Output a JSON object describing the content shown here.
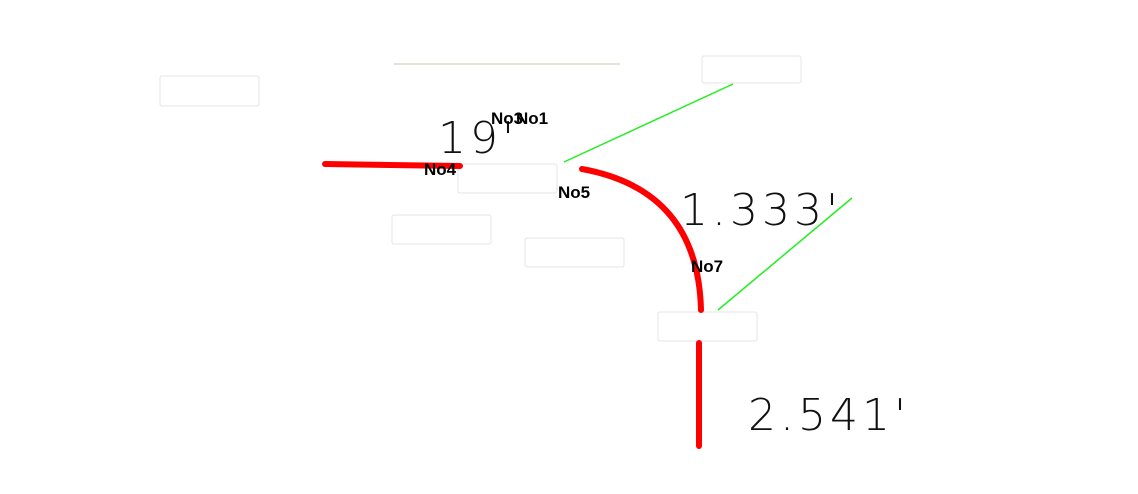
{
  "colors": {
    "pipe": "#ff0000",
    "leader": "#22ee22",
    "text": "#111111",
    "top_rule": "#c8c8a8"
  },
  "dimensions": [
    {
      "id": "dim-19",
      "text": "19'"
    },
    {
      "id": "dim-1333",
      "text": "1.333'"
    },
    {
      "id": "dim-2541",
      "text": "2.541'"
    }
  ],
  "node_labels": [
    {
      "id": "no3",
      "text": "No3"
    },
    {
      "id": "no1",
      "text": "No1"
    },
    {
      "id": "no4",
      "text": "No4"
    },
    {
      "id": "no5",
      "text": "No5"
    },
    {
      "id": "no7",
      "text": "No7"
    }
  ]
}
